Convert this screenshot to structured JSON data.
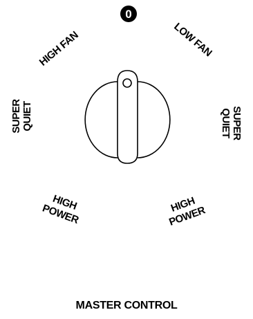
{
  "title": "MASTER CONTROL",
  "positions": {
    "off": "0",
    "low_fan": "LOW FAN",
    "high_fan": "HIGH FAN",
    "super_quiet_left": [
      "SUPER",
      "QUIET"
    ],
    "super_quiet_right": [
      "SUPER",
      "QUIET"
    ],
    "high_power_left": [
      "HIGH",
      "POWER"
    ],
    "high_power_right": [
      "HIGH",
      "POWER"
    ]
  },
  "colors": {
    "ink": "#000000",
    "background": "#ffffff",
    "off_badge_text": "#ffffff"
  },
  "knob": {
    "icon": "rotary-knob-icon",
    "pointer_position": "0"
  }
}
